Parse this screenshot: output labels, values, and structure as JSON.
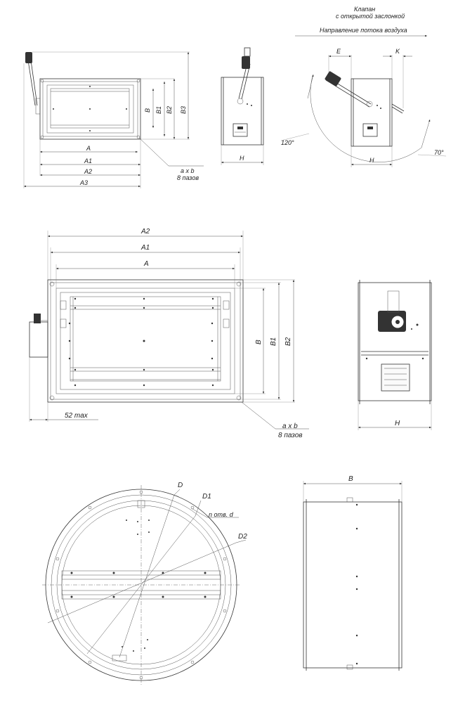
{
  "labels": {
    "valve_open_line1": "Клапан",
    "valve_open_line2": "с открытой заслонкой",
    "airflow": "Направление потока воздуха",
    "E": "E",
    "K": "K",
    "angle120": "120°",
    "angle70": "70°",
    "H": "H",
    "A": "A",
    "A1": "A1",
    "A2": "A2",
    "A3": "A3",
    "B": "B",
    "B1": "B1",
    "B2": "B2",
    "B3": "B3",
    "axb": "a x b",
    "slots": "8 пазов",
    "max52": "52 max",
    "D": "D",
    "D1": "D1",
    "D2": "D2",
    "holes": "n отв. d"
  }
}
